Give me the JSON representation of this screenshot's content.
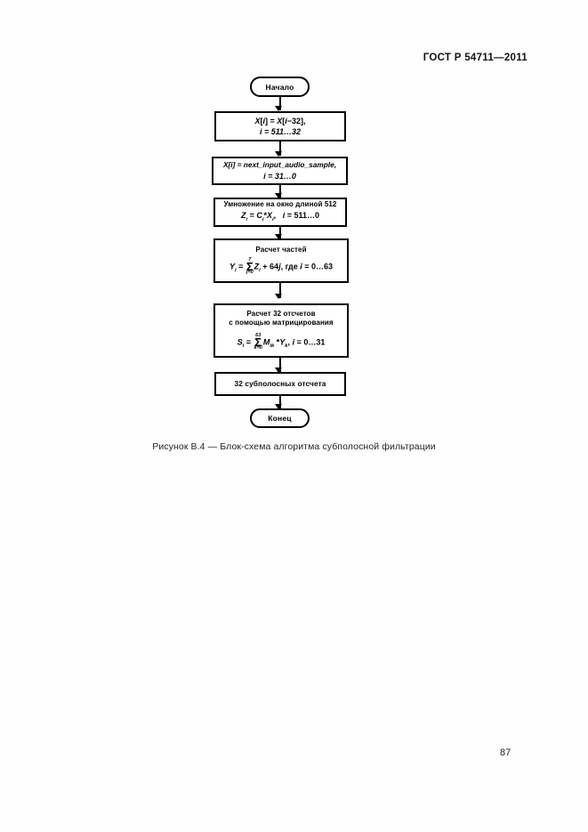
{
  "document": {
    "header": "ГОСТ Р 54711—2011",
    "page_number": "87"
  },
  "figure": {
    "caption": "Рисунок В.4 — Блок-схема алгоритма субполосной фильтрации",
    "nodes": {
      "start": {
        "label": "Начало"
      },
      "shift": {
        "line1_a": "X",
        "line1_b": "[",
        "line1_c": "i",
        "line1_d": "] = ",
        "line1_e": "X",
        "line1_f": "[",
        "line1_g": "i",
        "line1_h": "−32],",
        "line2": "i = 511…32",
        "text_full": "X[i] = X[i−32], i = 511…32"
      },
      "input": {
        "line1": "X[i] = next_input_audio_sample,",
        "line2": "i = 31…0",
        "text_full": "X[i] = next_input_audio_sample, i = 31…0"
      },
      "window": {
        "title": "Умножение на окно длиной 512",
        "formula": "Zi = Ci*Xi,   i = 511…0",
        "z": "Z",
        "c": "C",
        "x": "X",
        "idx": "i",
        "range": "i = 511…0"
      },
      "partial": {
        "title": "Расчет частей",
        "y": "Y",
        "idx_y": "i",
        "eq": "=",
        "sum_top": "7",
        "sum_sym": "Σ",
        "sum_bot": "j=0",
        "z": "Z",
        "z_idx": "i + 64j",
        "tail": ", где i = 0…63",
        "formula_full": "Yi = Σ(j=0..7) Zi+64j, где i = 0…63"
      },
      "matrix": {
        "title_line1": "Расчет 32 отсчетов",
        "title_line2": "с помощью матрицирования",
        "s": "S",
        "s_idx": "i",
        "eq": "=",
        "sum_top": "63",
        "sum_sym": "Σ",
        "sum_bot": "k=0",
        "m": "M",
        "m_idx": "ik",
        "mult": "*",
        "y": "Y",
        "y_idx": "k",
        "tail": ", i = 0…31",
        "formula_full": "Si = Σ(k=0..63) Mik*Yk, i = 0…31"
      },
      "output": {
        "label": "32 субполосных отсчета"
      },
      "end": {
        "label": "Конец"
      }
    }
  }
}
